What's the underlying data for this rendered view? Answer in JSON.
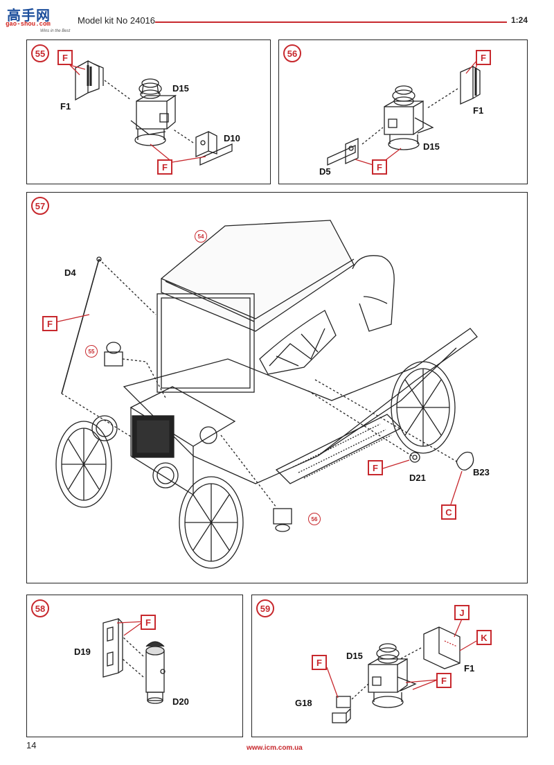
{
  "header": {
    "logo_main": "高手网",
    "logo_sub": "gao-shou.com",
    "logo_tag": "Wins in the Best",
    "kit_title": "Model kit No 24016",
    "scale": "1:24"
  },
  "steps": {
    "s55": {
      "number": "55",
      "labels": {
        "d15": "D15",
        "f1": "F1",
        "d10": "D10"
      },
      "tags": {
        "f_top": "F",
        "f_bottom": "F"
      }
    },
    "s56": {
      "number": "56",
      "labels": {
        "d15": "D15",
        "f1": "F1",
        "d5": "D5"
      },
      "tags": {
        "f_top": "F",
        "f_bottom": "F"
      }
    },
    "s57": {
      "number": "57",
      "labels": {
        "d4": "D4",
        "d21": "D21",
        "b23": "B23"
      },
      "tags": {
        "f_left": "F",
        "f_d21": "F",
        "c": "C"
      },
      "refs": {
        "r54": "54",
        "r55": "55",
        "r56": "56"
      }
    },
    "s58": {
      "number": "58",
      "labels": {
        "d19": "D19",
        "d20": "D20"
      },
      "tags": {
        "f": "F"
      }
    },
    "s59": {
      "number": "59",
      "labels": {
        "d15": "D15",
        "f1": "F1",
        "g18": "G18"
      },
      "tags": {
        "j": "J",
        "k": "K",
        "f_left": "F",
        "f_right": "F"
      }
    }
  },
  "footer": {
    "page_number": "14",
    "website": "www.icm.com.ua"
  },
  "colors": {
    "accent": "#c7282d",
    "logo_blue": "#1d4f9c",
    "line": "#222222"
  }
}
